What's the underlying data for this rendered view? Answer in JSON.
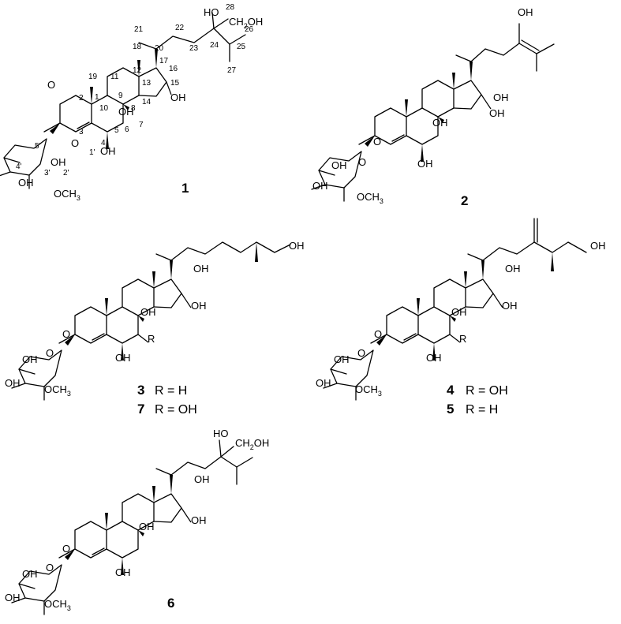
{
  "figure": {
    "label_oh": "OH",
    "label_o": "O",
    "label_ho": "HO",
    "label_ch2oh": "CH",
    "label_och3": "OCH",
    "sub_2": "2",
    "sub_3": "3",
    "label_r": "R"
  },
  "compounds": [
    {
      "id": "1",
      "label": "1"
    },
    {
      "id": "2",
      "label": "2"
    },
    {
      "id": "3",
      "label": "3",
      "r_def": "R = H"
    },
    {
      "id": "7",
      "label": "7",
      "r_def": "R = OH"
    },
    {
      "id": "4",
      "label": "4",
      "r_def": "R = OH"
    },
    {
      "id": "5",
      "label": "5",
      "r_def": "R = H"
    },
    {
      "id": "6",
      "label": "6"
    }
  ],
  "atom_numbers": [
    "1",
    "2",
    "3",
    "4",
    "5",
    "6",
    "7",
    "8",
    "9",
    "10",
    "11",
    "12",
    "13",
    "14",
    "15",
    "16",
    "17",
    "18",
    "19",
    "20",
    "21",
    "22",
    "23",
    "24",
    "25",
    "26",
    "27",
    "28",
    "1'",
    "2'",
    "3'",
    "4'",
    "5'"
  ]
}
